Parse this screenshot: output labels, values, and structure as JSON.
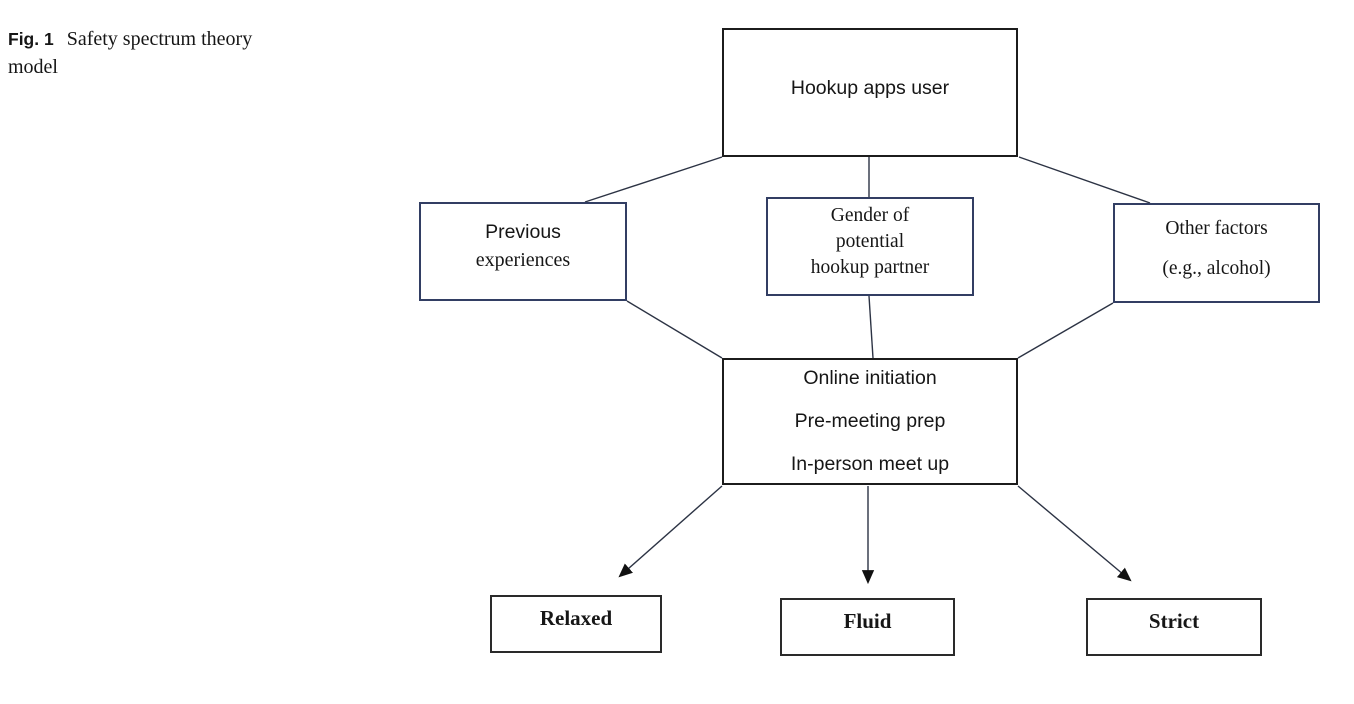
{
  "figure": {
    "label": "Fig. 1",
    "title_line1": "Safety spectrum theory",
    "title_line2": "model"
  },
  "nodes": {
    "user": "Hookup apps user",
    "previous": [
      "Previous",
      "experiences"
    ],
    "gender": [
      "Gender of",
      "potential",
      "hookup partner"
    ],
    "other": [
      "Other factors",
      "(e.g., alcohol)"
    ],
    "process": [
      "Online initiation",
      "Pre-meeting prep",
      "In-person meet up"
    ],
    "relaxed": "Relaxed",
    "fluid": "Fluid",
    "strict": "Strict"
  },
  "colors": {
    "navy_border": "#323e63",
    "black_border": "#1c1c1c",
    "connector": "#2c3344",
    "text": "#161616",
    "background": "#ffffff"
  }
}
